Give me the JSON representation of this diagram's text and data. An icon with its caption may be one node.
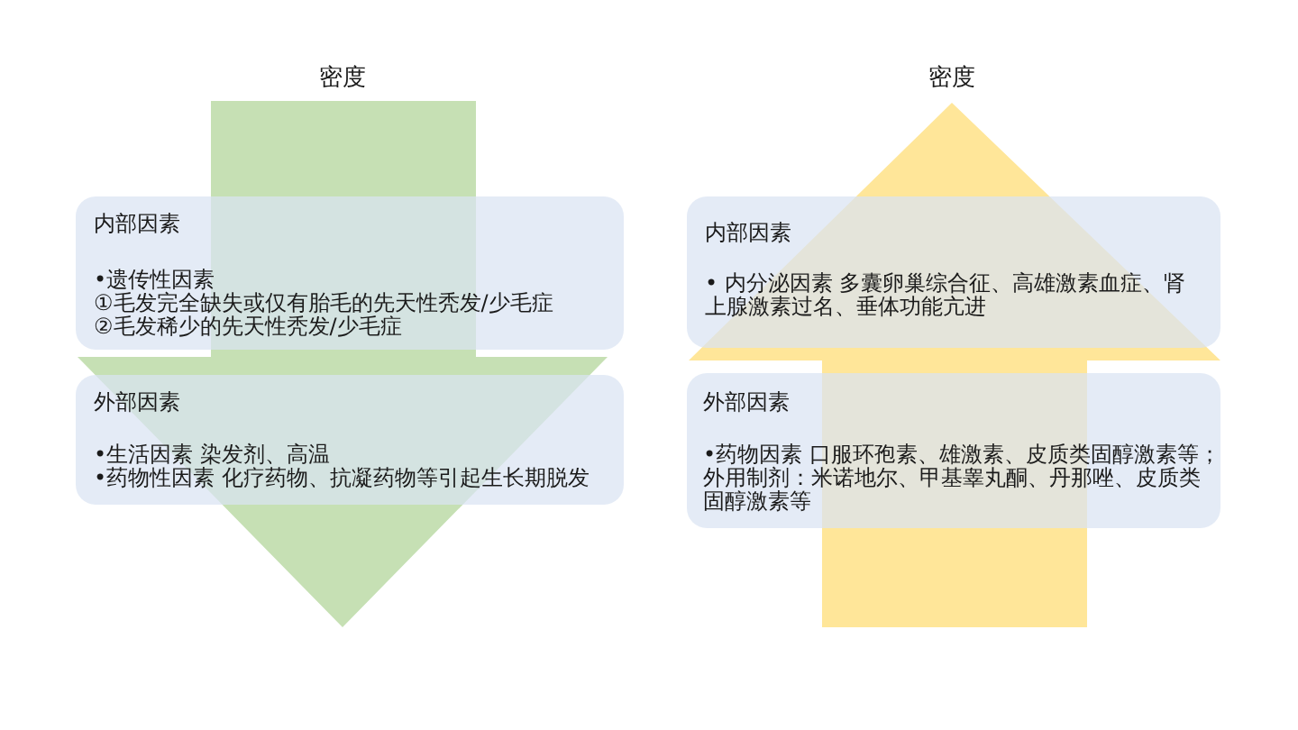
{
  "diagram": {
    "nodes": [
      {
        "text": [
          "内部因素",
          "•遗传性因素",
          "①毛发完全缺失或仅有胎毛的先天性秃发/少毛症",
          "②毛发稀少的先天性秃发/少毛症"
        ]
      },
      {
        "text": [
          "外部因素",
          "•生活因素 染发剂、高温",
          "•药物性因素 化疗药物、抗凝药物等引起生长期脱发"
        ]
      },
      {
        "text": [
          "内部因素",
          "• 内分泌因素 多囊卵巢综合征、高雄激素血症、肾上腺激素过名、垂体功能亢进"
        ]
      },
      {
        "text": [
          "外部因素",
          "•药物因素 口服环孢素、雄激素、皮质类固醇激素等；",
          "外用制剂：米诺地尔、甲基睾丸酮、丹那唑、皮质类固醇激素等"
        ]
      }
    ],
    "labels": [
      "密度",
      "密度"
    ]
  }
}
